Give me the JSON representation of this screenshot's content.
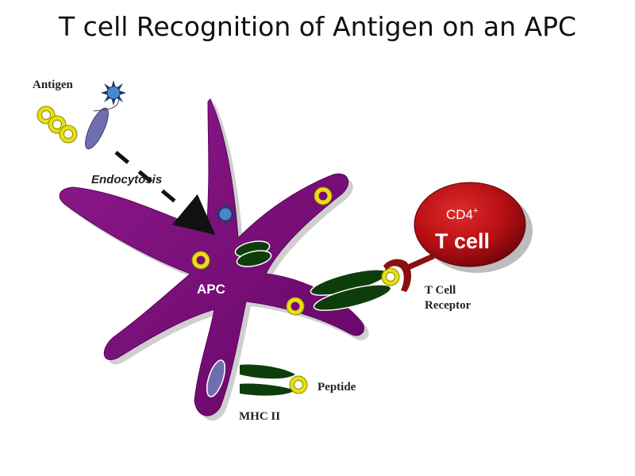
{
  "title": "T cell Recognition of Antigen on an APC",
  "labels": {
    "antigen": "Antigen",
    "endocytosis": "Endocytosis",
    "apc": "APC",
    "cd4": "CD4",
    "cd4_sup": "+",
    "tcell": "T cell",
    "tcr_line1": "T Cell",
    "tcr_line2": "Receptor",
    "peptide": "Peptide",
    "mhc2": "MHC II"
  },
  "colors": {
    "apc_body": "#7a0a78",
    "mhc": "#0e3d0c",
    "peptide_ring": "#e8e010",
    "antigen_body": "#6f6fb0",
    "antigen_star": "#4a88cc",
    "tcell": "#b50f14",
    "tcr": "#8a1010"
  }
}
